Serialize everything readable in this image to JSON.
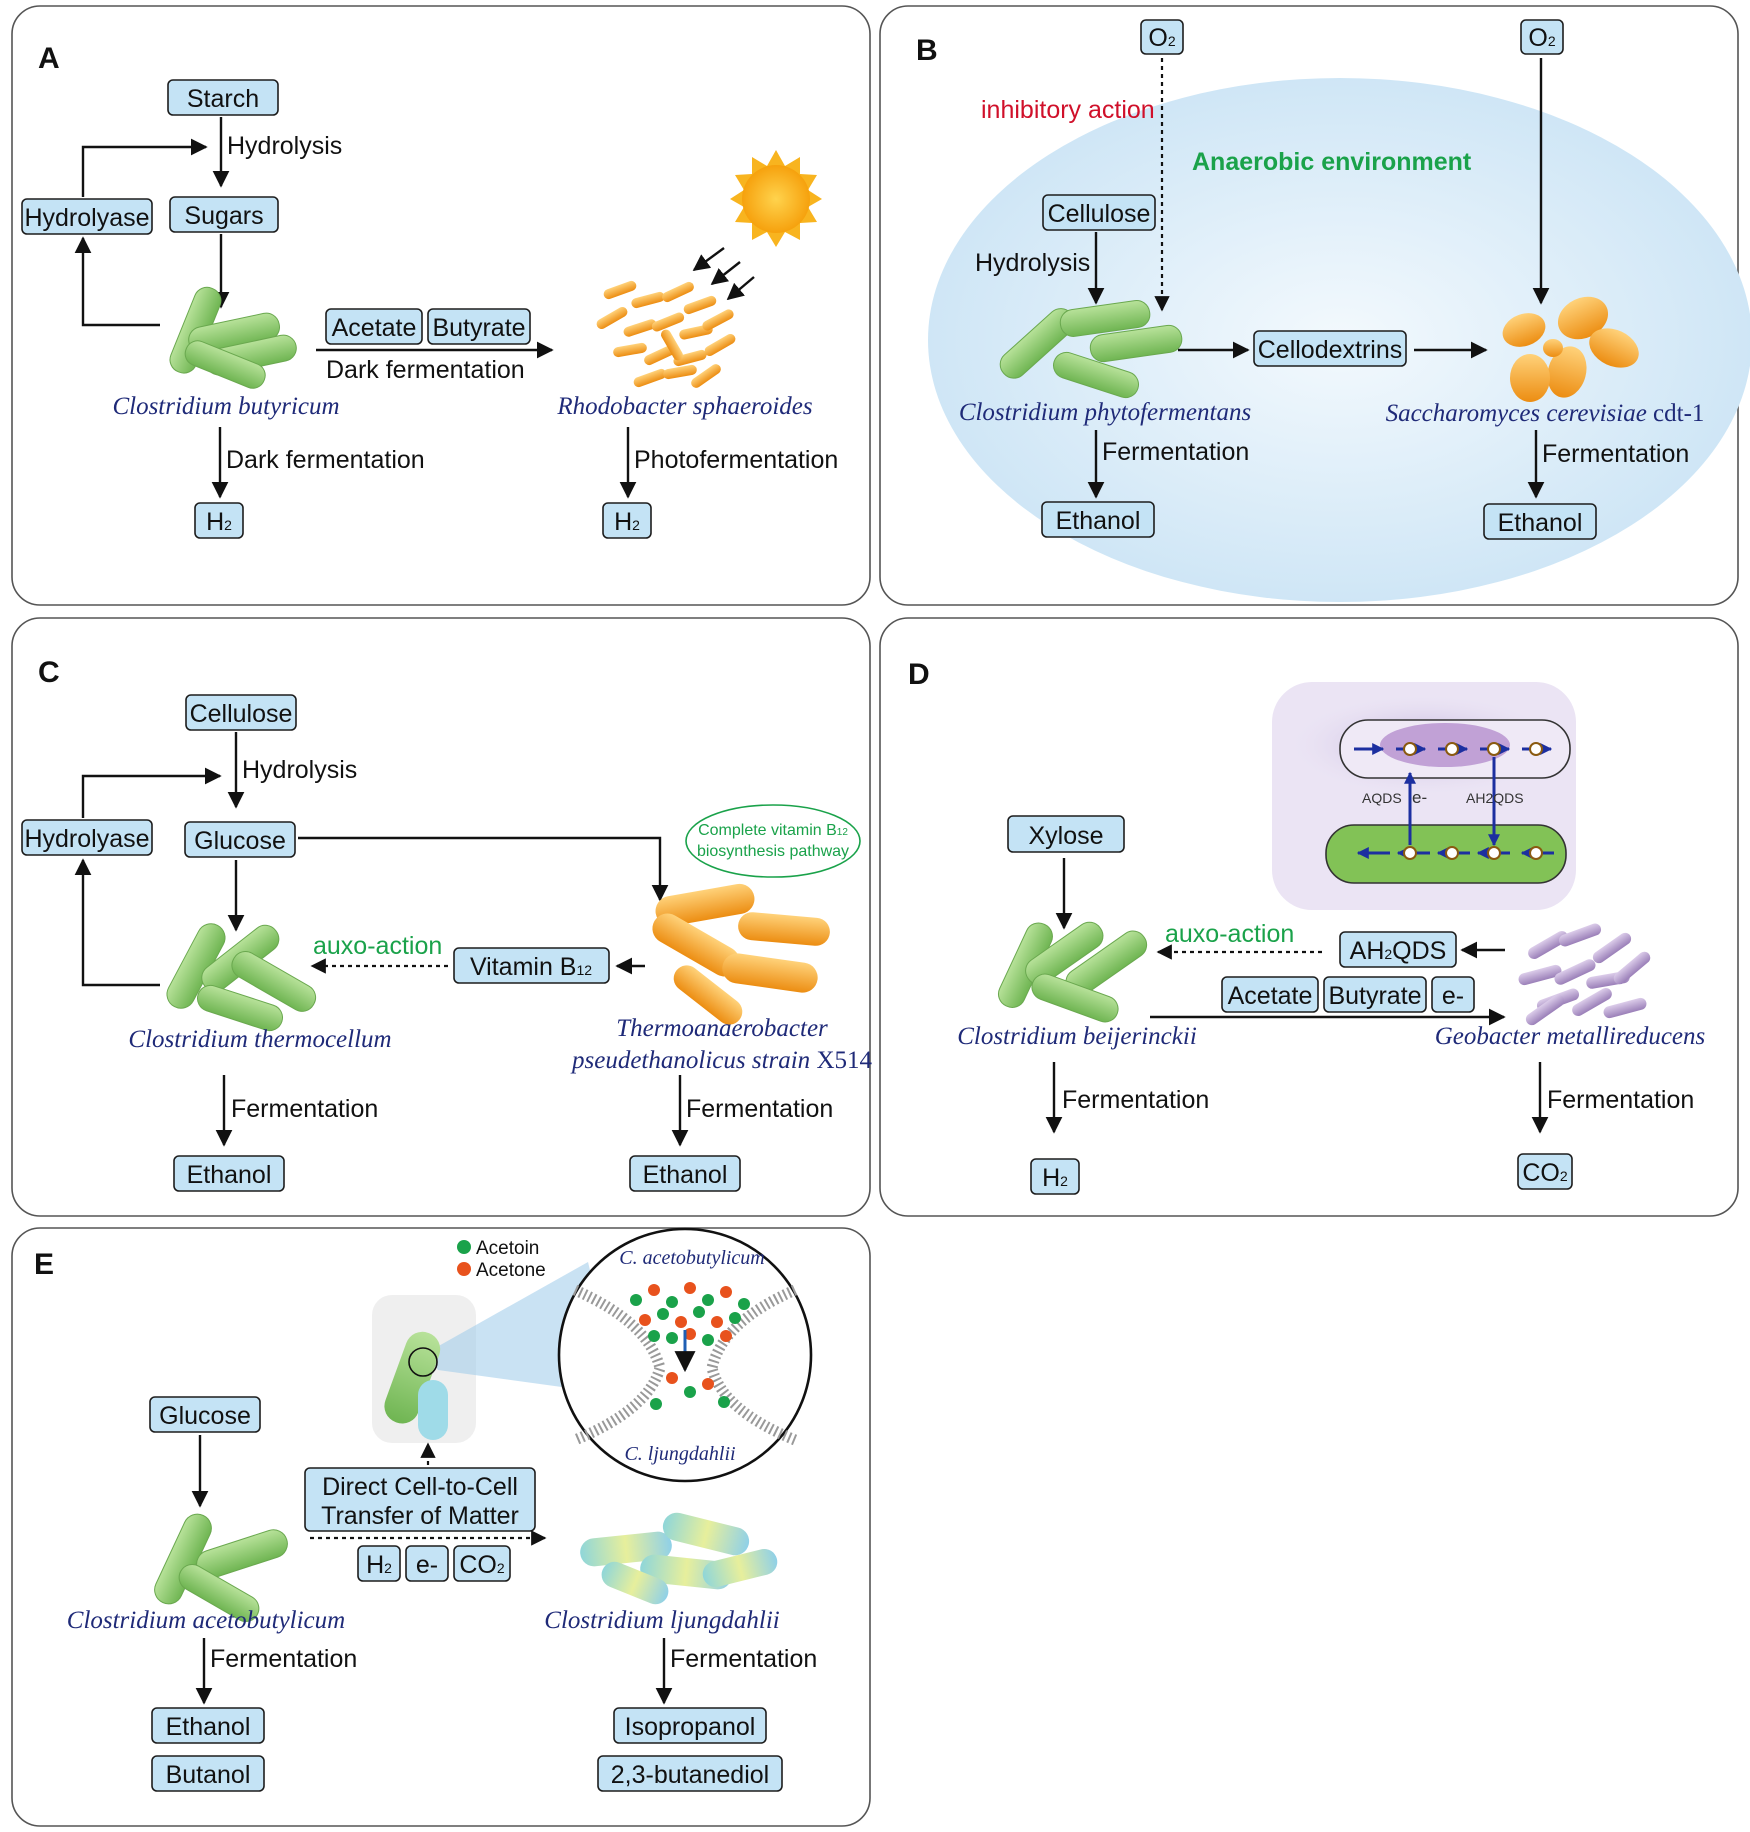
{
  "panels": {
    "A": {
      "label": "A",
      "starch": "Starch",
      "hydrolysis": "Hydrolysis",
      "sugars": "Sugars",
      "hydrolyase": "Hydrolyase",
      "acetate": "Acetate",
      "butyrate": "Butyrate",
      "dark_fermentation_top": "Dark fermentation",
      "species_left": "Clostridium butyricum",
      "species_right": "Rhodobacter sphaeroides",
      "dark_fermentation": "Dark fermentation",
      "photofermentation": "Photofermentation",
      "h2_left": "H",
      "h2_right": "H",
      "h2_sub": "2"
    },
    "B": {
      "label": "B",
      "o2_left": "O",
      "o2_right": "O",
      "o2_sub": "2",
      "inhibitory": "inhibitory action",
      "anaerobic": "Anaerobic environment",
      "cellulose": "Cellulose",
      "hydrolysis": "Hydrolysis",
      "cellodextrins": "Cellodextrins",
      "species_left": "Clostridium phytofermentans",
      "species_right": "Saccharomyces cerevisiae",
      "species_right_strain": " cdt-1",
      "fermentation_left": "Fermentation",
      "fermentation_right": "Fermentation",
      "ethanol_left": "Ethanol",
      "ethanol_right": "Ethanol"
    },
    "C": {
      "label": "C",
      "cellulose": "Cellulose",
      "hydrolysis": "Hydrolysis",
      "hydrolyase": "Hydrolyase",
      "glucose": "Glucose",
      "vitamin_pathway_1": "Complete vitamin B",
      "vitamin_pathway_1_sub": "12",
      "vitamin_pathway_2": "biosynthesis pathway",
      "auxo": "auxo-action",
      "vitamin": "Vitamin B",
      "vitamin_sub": "12",
      "species_left": "Clostridium thermocellum",
      "species_right_1": "Thermoanaerobacter",
      "species_right_2": "pseudethanolicus strain",
      "species_right_strain": " X514",
      "fermentation_left": "Fermentation",
      "fermentation_right": "Fermentation",
      "ethanol_left": "Ethanol",
      "ethanol_right": "Ethanol"
    },
    "D": {
      "label": "D",
      "xylose": "Xylose",
      "auxo": "auxo-action",
      "ah2qds": "AH",
      "ah2qds_sub": "2",
      "ah2qds_rest": "QDS",
      "acetate": "Acetate",
      "butyrate": "Butyrate",
      "electron": "e-",
      "aqds_small": "AQDS",
      "e_small": "e-",
      "ah2qds_small": "AH2QDS",
      "species_left": "Clostridium beijerinckii",
      "species_right": "Geobacter metallireducens",
      "fermentation_left": "Fermentation",
      "fermentation_right": "Fermentation",
      "h2": "H",
      "h2_sub": "2",
      "co2": "CO",
      "co2_sub": "2"
    },
    "E": {
      "label": "E",
      "legend_acetoin": "Acetoin",
      "legend_acetone": "Acetone",
      "zoom_top": "C. acetobutylicum",
      "zoom_bottom": "C. ljungdahlii",
      "glucose": "Glucose",
      "transfer_1": "Direct Cell-to-Cell",
      "transfer_2": "Transfer of Matter",
      "h2": "H",
      "h2_sub": "2",
      "electron": "e-",
      "co2": "CO",
      "co2_sub": "2",
      "species_left": "Clostridium acetobutylicum",
      "species_right": "Clostridium ljungdahlii",
      "fermentation_left": "Fermentation",
      "fermentation_right": "Fermentation",
      "ethanol": "Ethanol",
      "butanol": "Butanol",
      "isopropanol": "Isopropanol",
      "butanediol": "2,3-butanediol"
    }
  },
  "colors": {
    "box_fill": "#c4e3f5",
    "species_text": "#1f2a78",
    "green_text": "#1aa24a",
    "red_text": "#d0102a",
    "bacteria_green": "#8fca6a",
    "bacteria_orange": "#f3a12a",
    "bacteria_purple": "#b59ccc",
    "anaerobic_bg": "#dceef9"
  }
}
